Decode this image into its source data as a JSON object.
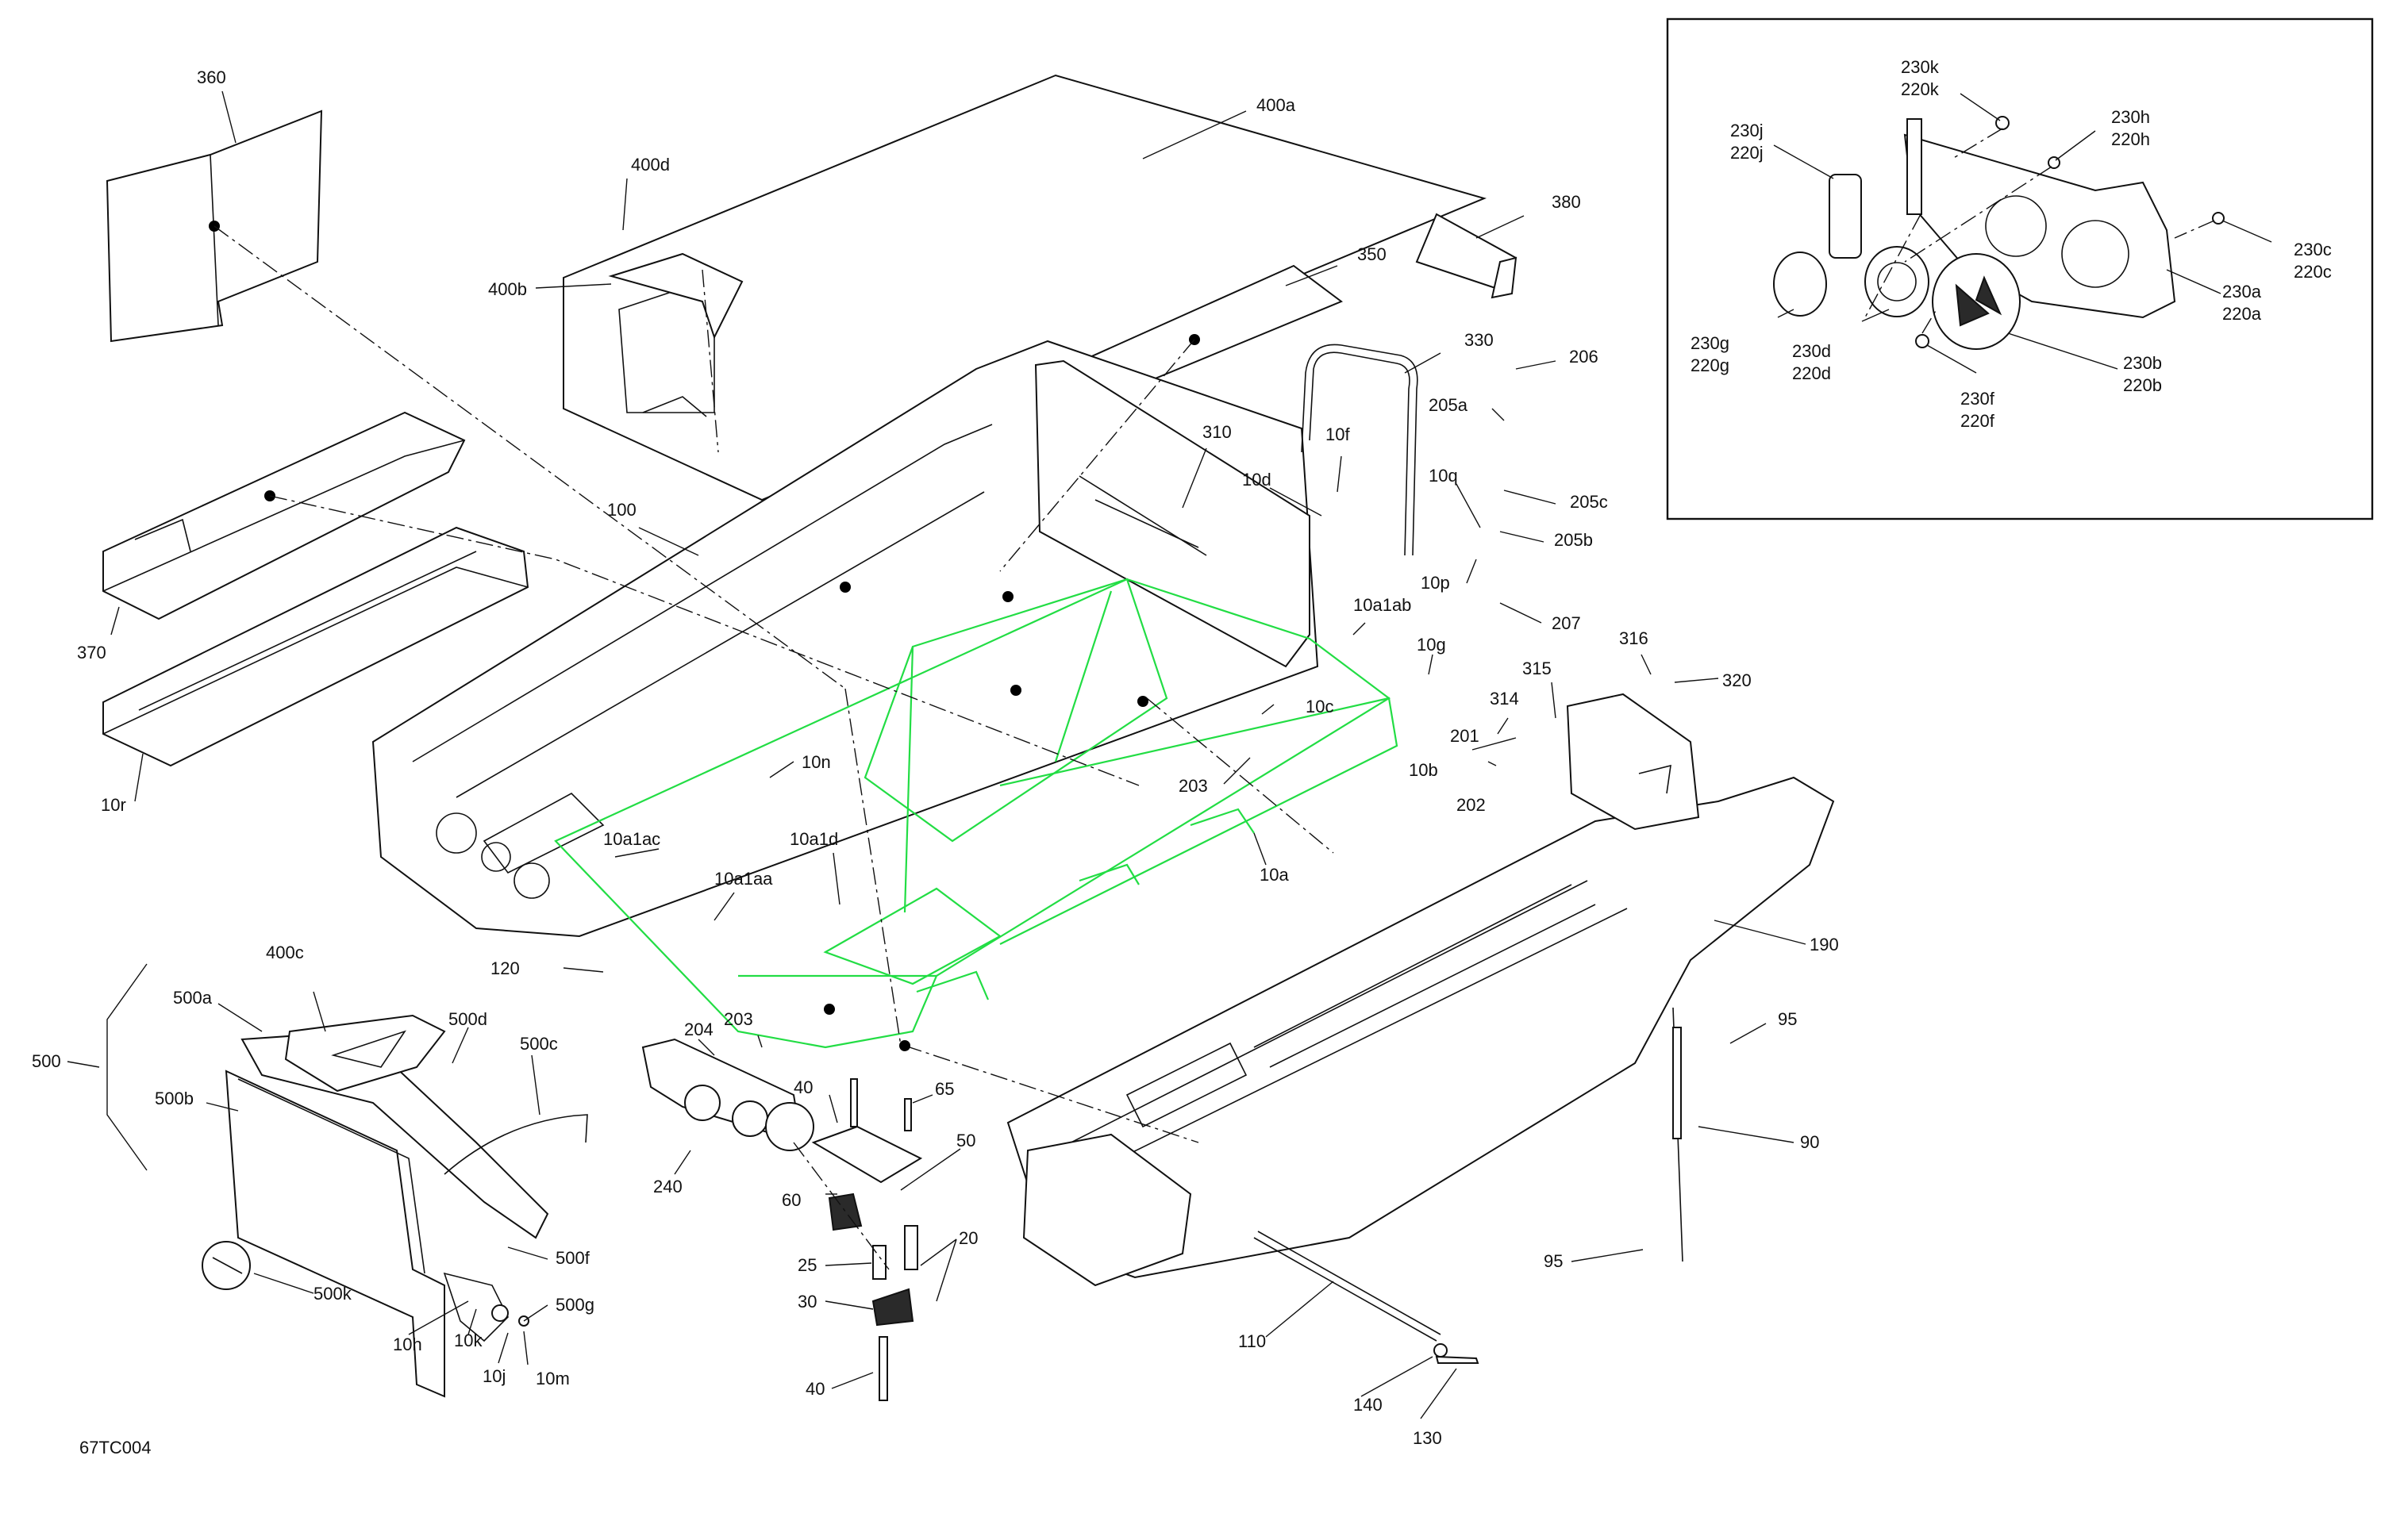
{
  "figure_code": "67TC004",
  "colors": {
    "highlight": "#22dd44",
    "line": "#111111",
    "background": "#ffffff"
  },
  "callouts": {
    "c360": "360",
    "c400a": "400a",
    "c400d": "400d",
    "c400b": "400b",
    "c380": "380",
    "c350": "350",
    "c330": "330",
    "c206": "206",
    "c205a": "205a",
    "c310": "310",
    "c10f": "10f",
    "c10d": "10d",
    "c10q": "10q",
    "c205c": "205c",
    "c205b": "205b",
    "c10p": "10p",
    "c207": "207",
    "c100": "100",
    "c370": "370",
    "c10a1ab": "10a1ab",
    "c10g": "10g",
    "c316": "316",
    "c320": "320",
    "c315": "315",
    "c10c": "10c",
    "c314": "314",
    "c201": "201",
    "c10b": "10b",
    "c202": "202",
    "c203a": "203",
    "c10n": "10n",
    "c10r": "10r",
    "c10a1ac": "10a1ac",
    "c10a1d": "10a1d",
    "c10a": "10a",
    "c10a1aa": "10a1aa",
    "c190": "190",
    "c120": "120",
    "c400c": "400c",
    "c500a": "500a",
    "c500d": "500d",
    "c500c": "500c",
    "c500": "500",
    "c500b": "500b",
    "c204": "204",
    "c203b": "203",
    "c95a": "95",
    "c40a": "40",
    "c65": "65",
    "c240": "240",
    "c50": "50",
    "c60": "60",
    "c90": "90",
    "c20": "20",
    "c500f": "500f",
    "c25": "25",
    "c500g": "500g",
    "c500k": "500k",
    "c30": "30",
    "c95b": "95",
    "c10h": "10h",
    "c10k": "10k",
    "c110": "110",
    "c10j": "10j",
    "c10m": "10m",
    "c40b": "40",
    "c140": "140",
    "c130": "130"
  },
  "inset_callouts": {
    "k1": "230k",
    "k2": "220k",
    "h1": "230h",
    "h2": "220h",
    "j1": "230j",
    "j2": "220j",
    "c1": "230c",
    "c2": "220c",
    "a1": "230a",
    "a2": "220a",
    "g1": "230g",
    "g2": "220g",
    "d1": "230d",
    "d2": "220d",
    "b1": "230b",
    "b2": "220b",
    "f1": "230f",
    "f2": "220f"
  }
}
